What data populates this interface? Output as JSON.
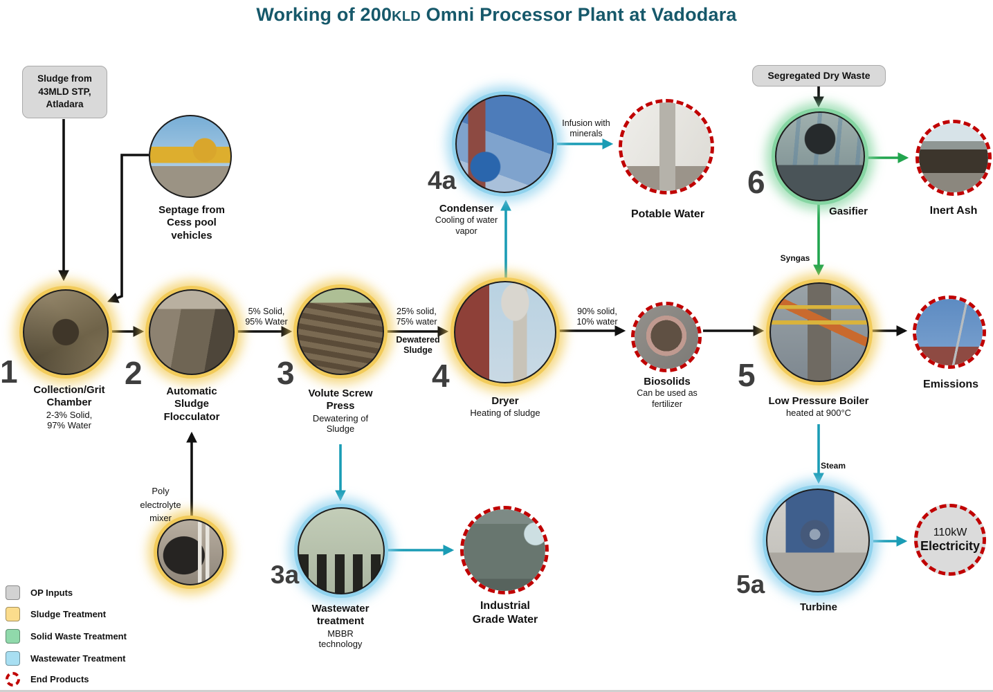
{
  "title": {
    "pre": "Working of 200",
    "kld": "KLD",
    "post": " Omni Processor Plant at Vadodara"
  },
  "op_inputs": {
    "sludge_stp": {
      "lines": [
        "Sludge from",
        "43MLD STP,",
        "Atladara"
      ]
    },
    "segregated_dry_waste": "Segregated Dry Waste"
  },
  "nodes": {
    "septage": {
      "label_lines": [
        "Septage from",
        "Cess pool",
        "vehicles"
      ]
    },
    "n1": {
      "number": "1",
      "title_lines": [
        "Collection/Grit",
        "Chamber"
      ],
      "sub_lines": [
        "2-3% Solid,",
        "97% Water"
      ]
    },
    "n2": {
      "number": "2",
      "title_lines": [
        "Automatic",
        "Sludge",
        "Flocculator"
      ]
    },
    "n3": {
      "number": "3",
      "title_lines": [
        "Volute Screw",
        "Press"
      ],
      "sub_lines": [
        "Dewatering of",
        "Sludge"
      ]
    },
    "n4": {
      "number": "4",
      "title": "Dryer",
      "sub": "Heating of sludge"
    },
    "n4a": {
      "number": "4a",
      "title": "Condenser",
      "sub_lines": [
        "Cooling of water",
        "vapor"
      ]
    },
    "n5": {
      "number": "5",
      "title": "Low Pressure Boiler",
      "sub": "heated at 900°C"
    },
    "n5a": {
      "number": "5a",
      "title": "Turbine"
    },
    "n6": {
      "number": "6",
      "title": "Gasifier"
    },
    "n3a": {
      "number": "3a",
      "title_lines": [
        "Wastewater",
        "treatment"
      ],
      "sub_lines": [
        "MBBR",
        "technology"
      ]
    },
    "poly": {
      "label_lines": [
        "Poly",
        "electrolyte",
        "mixer"
      ]
    }
  },
  "end_products": {
    "potable_water": "Potable Water",
    "inert_ash": "Inert Ash",
    "biosolids": {
      "title": "Biosolids",
      "sub_lines": [
        "Can be used as",
        "fertilizer"
      ]
    },
    "emissions": "Emissions",
    "industrial_water": {
      "lines": [
        "Industrial",
        "Grade Water"
      ]
    },
    "electricity": {
      "lines": [
        "110kW",
        "Electricity"
      ]
    }
  },
  "flow_labels": {
    "stage1": {
      "lines": [
        "5% Solid,",
        "95% Water"
      ]
    },
    "stage2": {
      "lines": [
        "25% solid,",
        "75% water"
      ]
    },
    "dewatered": {
      "lines": [
        "Dewatered",
        "Sludge"
      ]
    },
    "stage3": {
      "lines": [
        "90% solid,",
        "10% water"
      ]
    },
    "infusion": {
      "lines": [
        "Infusion with",
        "minerals"
      ]
    },
    "syngas": "Syngas",
    "steam": "Steam"
  },
  "legend": {
    "items": [
      {
        "label": "OP Inputs"
      },
      {
        "label": "Sludge Treatment"
      },
      {
        "label": "Solid Waste Treatment"
      },
      {
        "label": "Wastewater Treatment"
      },
      {
        "label": "End Products"
      }
    ]
  },
  "colors": {
    "title_text": "#16586A",
    "op_input_bg": "#D9D9D9",
    "sludge_ring": "#F2CB5A",
    "solid_waste_ring": "#85D5A2",
    "wastewater_ring": "#90D2ED",
    "end_product_border": "#C00000",
    "black_arrow": "#111111",
    "teal_arrow": "#1A9CB5",
    "green_arrow": "#21A54E",
    "step_number": "#3E3E3E"
  }
}
